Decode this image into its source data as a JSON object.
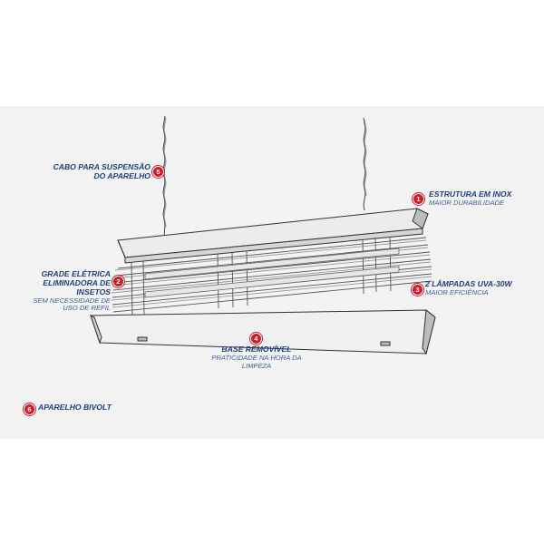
{
  "colors": {
    "label": "#1c3f7c",
    "badge": "#c8202c",
    "panel": "#f3f3f3"
  },
  "callouts": [
    {
      "number": "5",
      "title": "CABO PARA SUSPENSÃO DO APARELHO",
      "subtitle": ""
    },
    {
      "number": "1",
      "title": "ESTRUTURA EM INOX",
      "subtitle": "MAIOR DURABILIDADE"
    },
    {
      "number": "2",
      "title": "GRADE ELÉTRICA ELIMINADORA DE INSETOS",
      "subtitle": "SEM NECESSIDADE DE USO DE REFIL"
    },
    {
      "number": "3",
      "title": "2 LÂMPADAS UVA-30W",
      "subtitle": "MAIOR EFICIÊNCIA"
    },
    {
      "number": "4",
      "title": "BASE REMOVÍVEL",
      "subtitle": "PRATICIDADE NA HORA DA LIMPEZA"
    },
    {
      "number": "6",
      "title": "APARELHO BIVOLT",
      "subtitle": ""
    }
  ]
}
